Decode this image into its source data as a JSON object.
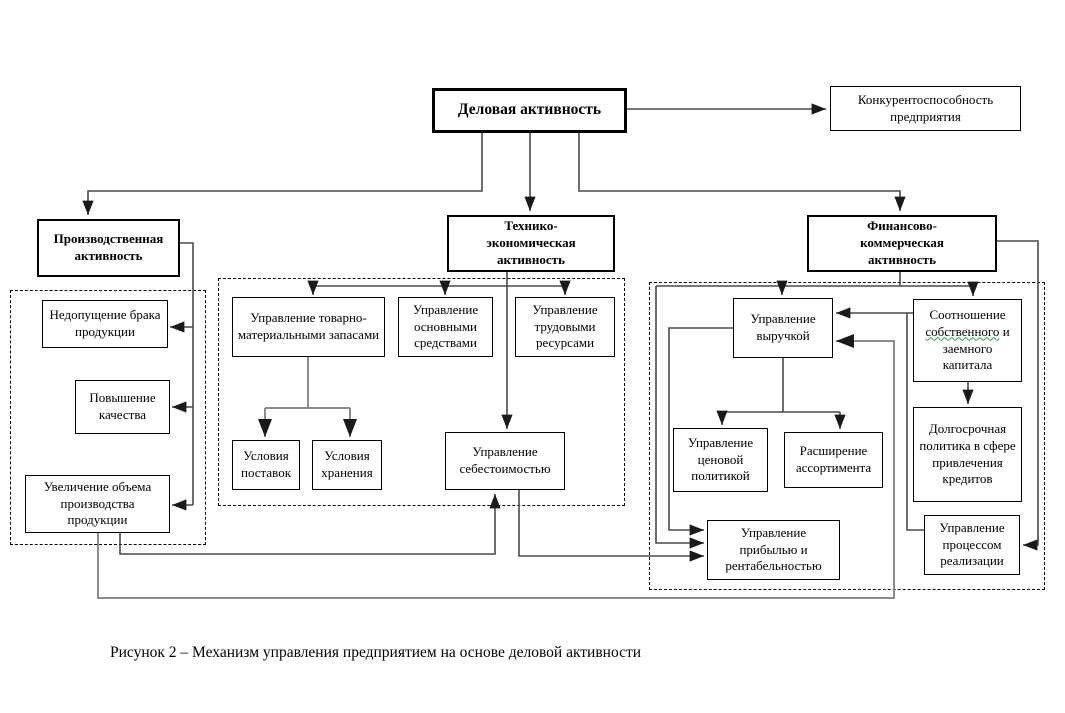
{
  "diagram": {
    "caption": "Рисунок 2 – Механизм управления предприятием на основе деловой активности",
    "colors": {
      "line_dark": "#4a4a4a",
      "line_gray": "#8c8c8c",
      "border": "#000000",
      "squiggle": "#2f9e44",
      "background": "#ffffff"
    },
    "nodes": {
      "business_activity": {
        "label": "Деловая активность"
      },
      "competitiveness": {
        "label": "Конкурентоспособность предприятия"
      },
      "production_activity": {
        "label": "Производственная активность"
      },
      "technical_economic": {
        "label": "Технико-экономическая активность"
      },
      "financial_commercial": {
        "label": "Финансово-коммерческая активность"
      },
      "defect_prevention": {
        "label": "Недопущение брака продукции"
      },
      "quality_improvement": {
        "label": "Повышение качества"
      },
      "volume_increase": {
        "label": "Увеличение объема производства продукции"
      },
      "inventory_mgmt": {
        "label": "Управление товарно-материальными запасами"
      },
      "fixed_assets": {
        "label": "Управление основными средствами"
      },
      "labor_resources": {
        "label": "Управление трудовыми ресурсами"
      },
      "supply_terms": {
        "label": "Условия поставок"
      },
      "storage_terms": {
        "label": "Условия хранения"
      },
      "cost_mgmt": {
        "label": "Управление себестоимостью"
      },
      "revenue_mgmt": {
        "label": "Управление выручкой"
      },
      "pricing_policy": {
        "label": "Управление ценовой политикой"
      },
      "assortment_expansion": {
        "label": "Расширение ассортимента"
      },
      "profit_mgmt": {
        "label": "Управление прибылью и рентабельностью"
      },
      "capital_ratio": {
        "part1": "Соотношение",
        "part2": "собственного",
        "part3": "и заемного капитала"
      },
      "credit_policy": {
        "label": "Долгосрочная политика в сфере привлечения кредитов"
      },
      "sales_process": {
        "label": "Управление процессом реализации"
      }
    }
  }
}
